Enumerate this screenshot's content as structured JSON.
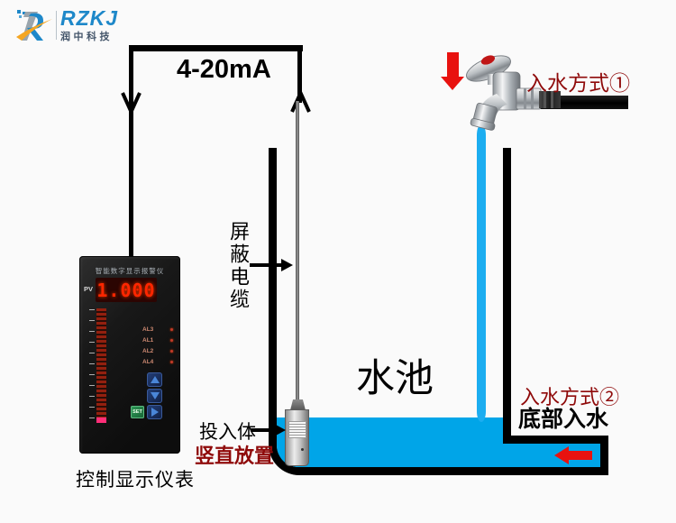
{
  "colors": {
    "water": "#00A5E8",
    "arrow_red": "#E8120F",
    "label_dark_red": "#8F0A0A",
    "logo_blue": "#1E88C9",
    "logo_orange": "#F5A623",
    "display_red": "#FF2600"
  },
  "logo": {
    "brand": "RZKJ",
    "subtitle": "润中科技"
  },
  "diagram": {
    "loop_label": "4-20mA",
    "cable_label": "屏蔽电缆",
    "pool_label": "水池",
    "probe_label": "投入体",
    "probe_note": "竖直放置",
    "inlet_top_label": "入水方式①",
    "inlet_bottom_label": "入水方式②",
    "inlet_bottom_note": "底部入水",
    "instrument_caption": "控制显示仪表"
  },
  "instrument": {
    "title": "智能数字显示报警仪",
    "pv_label": "PV",
    "display_value": "1.000",
    "alarms": [
      "AL3",
      "AL1",
      "AL2",
      "AL4"
    ],
    "set_label": "SET"
  }
}
